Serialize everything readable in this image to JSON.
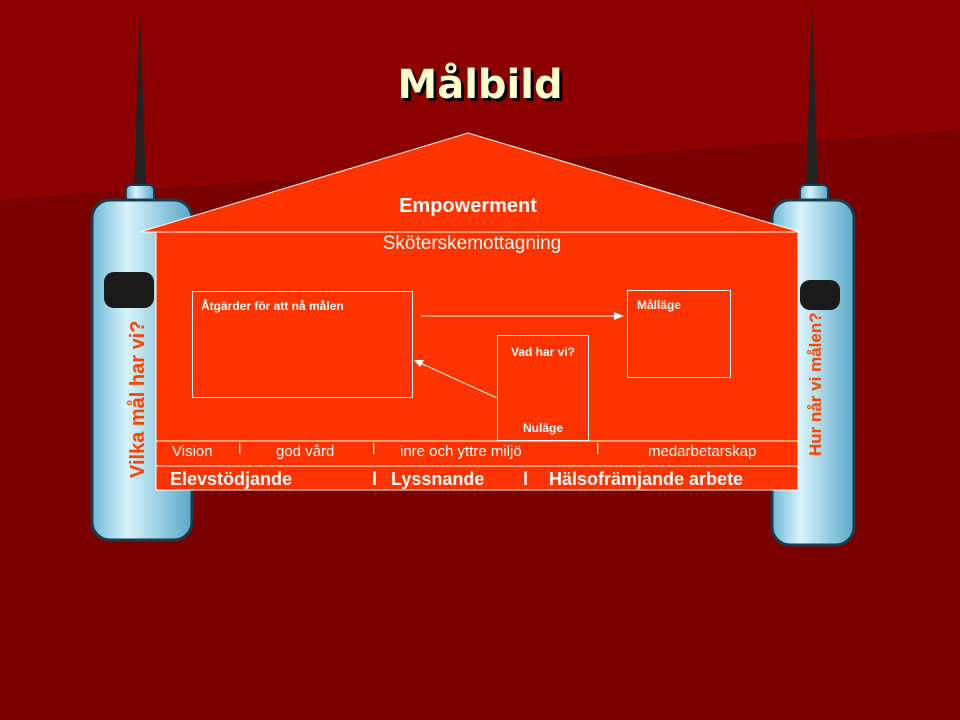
{
  "title": "Målbild",
  "roof_label": "Empowerment",
  "house_header": "Sköterskemottagning",
  "boxes": {
    "atgarder": "Åtgärder för att nå målen",
    "mallage": "Målläge",
    "vad_har_vi": "Vad har vi?",
    "nulage": "Nuläge"
  },
  "values_row": {
    "items": [
      "Vision",
      "god vård",
      "inre och yttre miljö",
      "medarbetarskap"
    ],
    "separator": "l"
  },
  "foundation_row": {
    "items": [
      "Elevstödjande",
      "Lyssnande",
      "Hälsofrämjande arbete"
    ],
    "separator": "l"
  },
  "left_syringe_label": "Vilka mål har vi?",
  "right_syringe_label": "Hur når vi målen?",
  "colors": {
    "background": "#7a0000",
    "house_fill": "#ff3300",
    "title_text": "#ffffcc",
    "side_labels": "#ff4400",
    "syringe_glass": "#a8e0f0"
  }
}
